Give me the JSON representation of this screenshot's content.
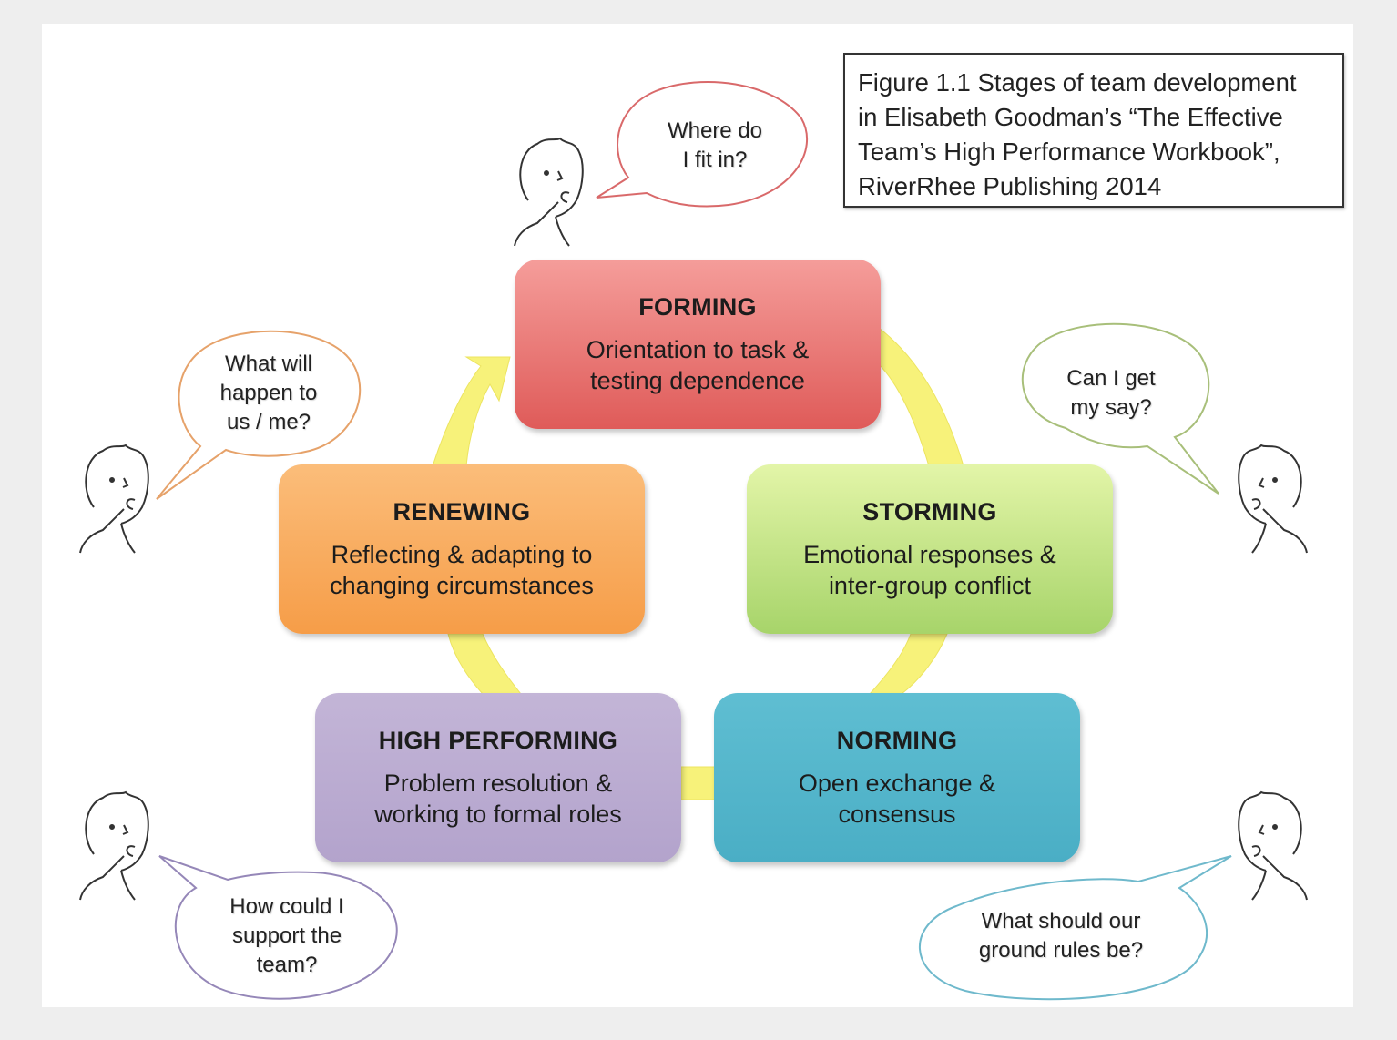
{
  "figure_caption": {
    "line1": "Figure 1.1 Stages of team development",
    "line2": "in Elisabeth Goodman’s “The Effective",
    "line3": "Team’s High Performance Workbook”,",
    "line4": "RiverRhee Publishing 2014"
  },
  "stages": {
    "forming": {
      "title": "FORMING",
      "desc1": "Orientation to task &",
      "desc2": "testing dependence",
      "color": "#e26a68"
    },
    "storming": {
      "title": "STORMING",
      "desc1": "Emotional responses &",
      "desc2": "inter-group conflict",
      "color": "#bde082"
    },
    "norming": {
      "title": "NORMING",
      "desc1": "Open exchange &",
      "desc2": "consensus",
      "color": "#54b6cb"
    },
    "high_performing": {
      "title": "HIGH PERFORMING",
      "desc1": "Problem resolution &",
      "desc2": "working to formal roles",
      "color": "#bbadd2"
    },
    "renewing": {
      "title": "RENEWING",
      "desc1": "Reflecting & adapting to",
      "desc2": "changing circumstances",
      "color": "#f8ad60"
    }
  },
  "bubbles": {
    "forming": {
      "line1": "Where do",
      "line2": "I fit in?",
      "color": "#d9696a"
    },
    "storming": {
      "line1": "Can I get",
      "line2": "my say?",
      "color": "#a8bf7a"
    },
    "norming": {
      "line1": "What should our",
      "line2": "ground rules be?",
      "color": "#6fb9cc"
    },
    "high_performing": {
      "line1": "How could I",
      "line2": "support the",
      "line3": "team?",
      "color": "#9587b8"
    },
    "renewing": {
      "line1": "What will",
      "line2": "happen to",
      "line3": "us / me?",
      "color": "#e6a26a"
    }
  },
  "cycle_arrow_color": "#f7f27a"
}
